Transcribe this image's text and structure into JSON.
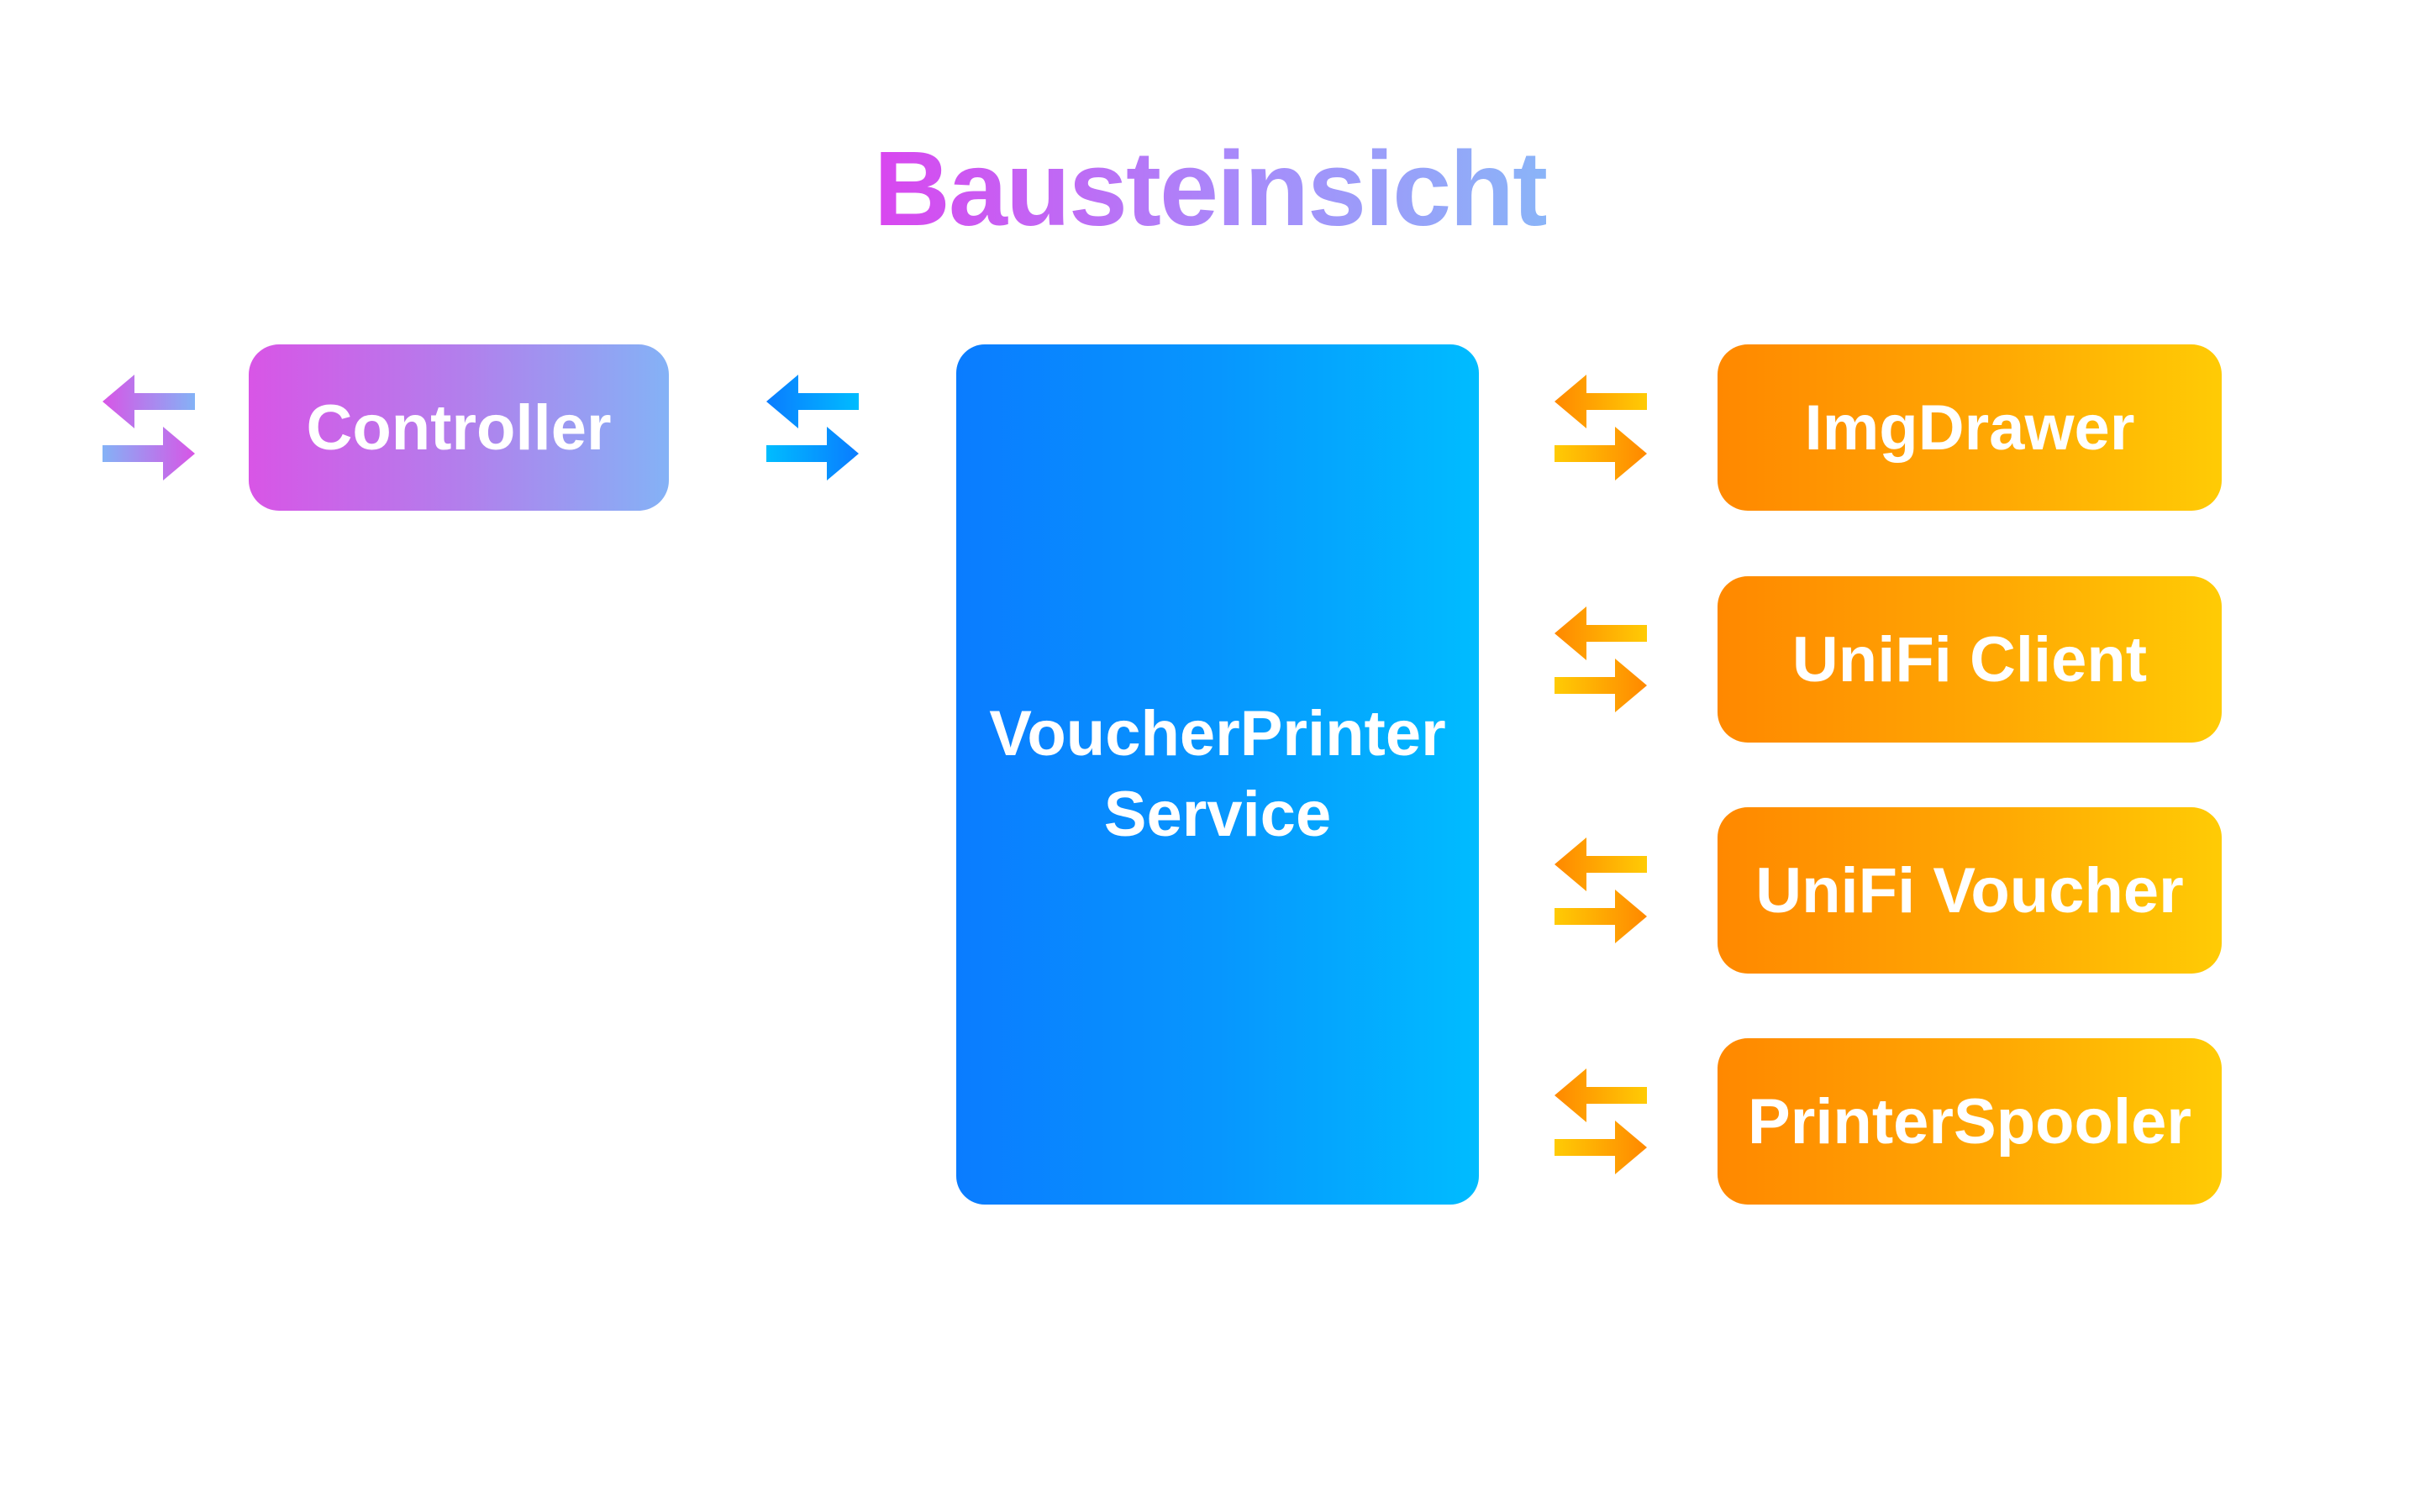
{
  "title": "Bausteinsicht",
  "components": {
    "controller": "Controller",
    "service_line1": "VoucherPrinter",
    "service_line2": "Service",
    "imgdrawer": "ImgDrawer",
    "unifi_client": "UniFi Client",
    "unifi_voucher": "UniFi Voucher",
    "printer_spooler": "PrinterSpooler"
  },
  "colors": {
    "purple": "#d855e6",
    "light_blue": "#84b2f6",
    "blue": "#0a7cff",
    "cyan": "#00bcff",
    "orange": "#ff8800",
    "yellow": "#ffcb05"
  },
  "icons": {
    "connector": "bidirectional-arrows-icon"
  }
}
